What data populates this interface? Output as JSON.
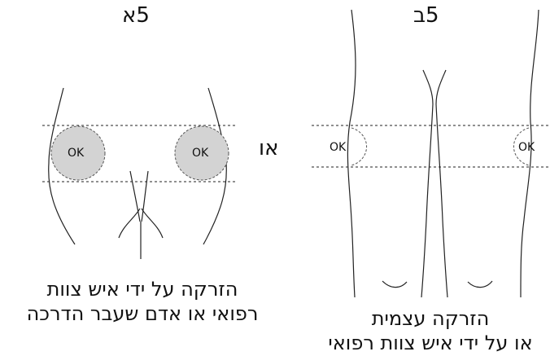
{
  "panel_a": {
    "title": "5א",
    "marker_left": "OK",
    "marker_right": "OK",
    "caption_line1": "הזרקה על ידי איש צוות",
    "caption_line2": "רפואי או אדם שעבר הדרכה"
  },
  "panel_b": {
    "title": "5ב",
    "marker_left": "OK",
    "marker_right": "OK",
    "caption_line1": "הזרקה עצמית",
    "caption_line2": "או על ידי איש צוות רפואי"
  },
  "or_label": "או",
  "colors": {
    "line": "#222222",
    "marker_fill": "#d3d3d3",
    "marker_stroke": "#666666",
    "background": "#ffffff"
  }
}
